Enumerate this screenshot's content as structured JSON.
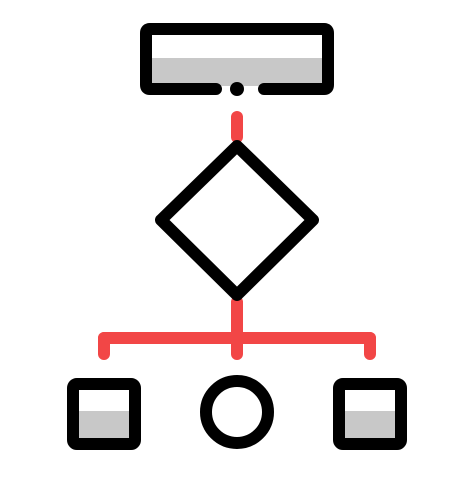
{
  "icon": {
    "name": "flowchart-icon",
    "colors": {
      "outline": "#000000",
      "connector": "#F24646",
      "fill_shade": "#C8C8C8",
      "background": "#FFFFFF"
    },
    "parts": [
      "start-rectangle",
      "decision-diamond",
      "branch-connector",
      "left-square-node",
      "center-circle-node",
      "right-square-node"
    ]
  }
}
